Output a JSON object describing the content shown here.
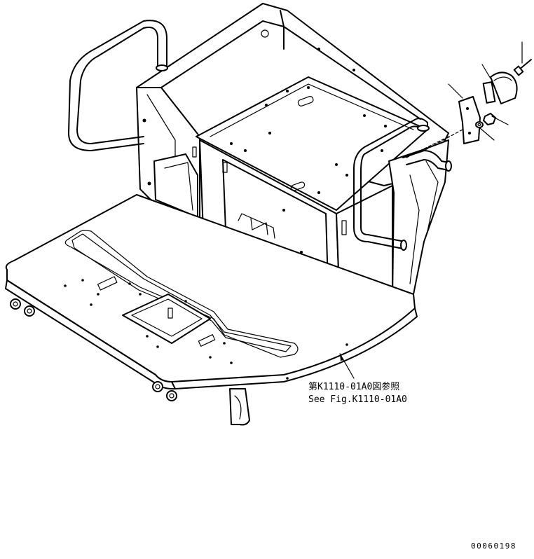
{
  "diagram": {
    "reference_note_jp": "第K1110-01A0図参照",
    "reference_note_en": "See Fig.K1110-01A0",
    "drawing_number": "00060198"
  }
}
